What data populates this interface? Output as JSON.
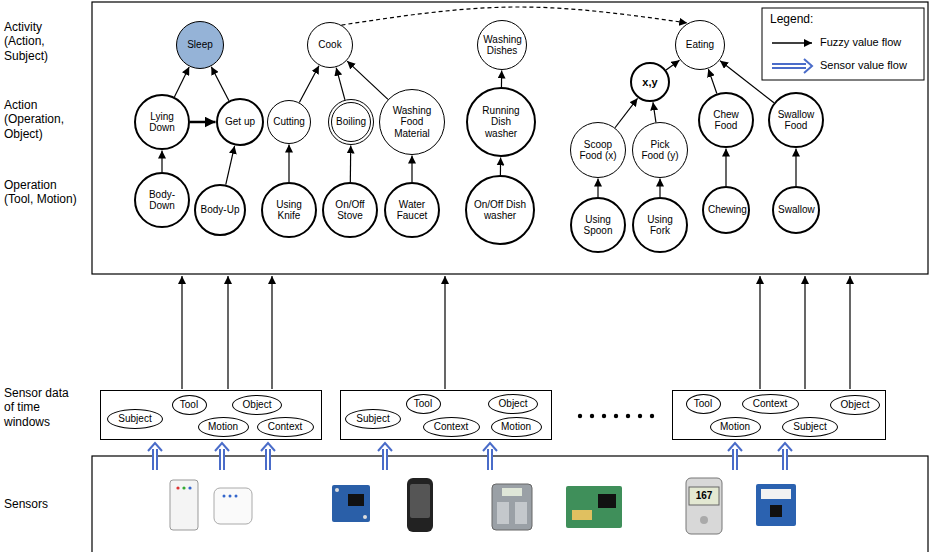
{
  "diagram": {
    "nodes": [
      {
        "text": [
          "Sleep"
        ]
      },
      {
        "text": [
          "Cook"
        ]
      },
      {
        "text": [
          "Washing Dishes"
        ]
      },
      {
        "text": [
          "Eating"
        ]
      },
      {
        "text": [
          "x,y"
        ]
      },
      {
        "text": [
          "Lying Down"
        ]
      },
      {
        "text": [
          "Get up"
        ]
      },
      {
        "text": [
          "Cutting"
        ]
      },
      {
        "text": [
          "Boiling"
        ]
      },
      {
        "text": [
          "Washing Food Material"
        ]
      },
      {
        "text": [
          "Running Dish washer"
        ]
      },
      {
        "text": [
          "Scoop Food (x)"
        ]
      },
      {
        "text": [
          "Pick Food (y)"
        ]
      },
      {
        "text": [
          "Chew Food"
        ]
      },
      {
        "text": [
          "Swallow Food"
        ]
      },
      {
        "text": [
          "Body-Down"
        ]
      },
      {
        "text": [
          "Body-Up"
        ]
      },
      {
        "text": [
          "Using Knife"
        ]
      },
      {
        "text": [
          "On/Off Stove"
        ]
      },
      {
        "text": [
          "Water Faucet"
        ]
      },
      {
        "text": [
          "On/Off Dish washer"
        ]
      },
      {
        "text": [
          "Using Spoon"
        ]
      },
      {
        "text": [
          "Using Fork"
        ]
      },
      {
        "text": [
          "Chewing"
        ]
      },
      {
        "text": [
          "Swallow"
        ]
      },
      {
        "text": []
      },
      {
        "text": [
          "Subject"
        ],
        "in": 25
      },
      {
        "text": [
          "Tool"
        ],
        "in": 25
      },
      {
        "text": [
          "Motion"
        ],
        "in": 25
      },
      {
        "text": [
          "Object"
        ],
        "in": 25
      },
      {
        "text": [
          "Context"
        ],
        "in": 25
      },
      {
        "text": []
      },
      {
        "text": [
          "Subject"
        ],
        "in": 31
      },
      {
        "text": [
          "Tool"
        ],
        "in": 31
      },
      {
        "text": [
          "Context"
        ],
        "in": 31
      },
      {
        "text": [
          "Object"
        ],
        "in": 31
      },
      {
        "text": [
          "Motion"
        ],
        "in": 31
      },
      {
        "text": []
      },
      {
        "text": [
          "Tool"
        ],
        "in": 37
      },
      {
        "text": [
          "Motion"
        ],
        "in": 37
      },
      {
        "text": [
          "Context"
        ],
        "in": 37
      },
      {
        "text": [
          "Subject"
        ],
        "in": 37
      },
      {
        "text": [
          "Object"
        ],
        "in": 37
      }
    ],
    "edges": [
      {
        "from": 5,
        "to": 0,
        "arrow": "to"
      },
      {
        "from": 6,
        "to": 0,
        "arrow": "to"
      },
      {
        "from": 5,
        "to": 6,
        "arrow": "to"
      },
      {
        "from": 7,
        "to": 1,
        "arrow": "to"
      },
      {
        "from": 8,
        "to": 1,
        "arrow": "to"
      },
      {
        "from": 9,
        "to": 1,
        "arrow": "to"
      },
      {
        "from": 10,
        "to": 2,
        "arrow": "to"
      },
      {
        "from": 1,
        "to": 3,
        "arrow": "to"
      },
      {
        "from": 4,
        "to": 3,
        "arrow": "to"
      },
      {
        "from": 13,
        "to": 3,
        "arrow": "to"
      },
      {
        "from": 14,
        "to": 3,
        "arrow": "to"
      },
      {
        "from": 11,
        "to": 4,
        "arrow": "to"
      },
      {
        "from": 12,
        "to": 4,
        "arrow": "to"
      },
      {
        "from": 15,
        "to": 5,
        "arrow": "to"
      },
      {
        "from": 16,
        "to": 6,
        "arrow": "to"
      },
      {
        "from": 17,
        "to": 7,
        "arrow": "to"
      },
      {
        "from": 18,
        "to": 8,
        "arrow": "to"
      },
      {
        "from": 19,
        "to": 9,
        "arrow": "to"
      },
      {
        "from": 20,
        "to": 10,
        "arrow": "to"
      },
      {
        "from": 21,
        "to": 11,
        "arrow": "to"
      },
      {
        "from": 22,
        "to": 12,
        "arrow": "to"
      },
      {
        "from": 23,
        "to": 13,
        "arrow": "to"
      },
      {
        "from": 24,
        "to": 14,
        "arrow": "to"
      }
    ],
    "labels": [
      "Activity (Action, Subject)",
      "Action (Operation, Object)",
      "Operation (Tool, Motion)",
      "Sensor data of time windows",
      "Sensors",
      "Legend:",
      "167"
    ],
    "legend": [
      {
        "text": "Fuzzy value flow"
      },
      {
        "text": "Sensor value flow"
      }
    ]
  }
}
